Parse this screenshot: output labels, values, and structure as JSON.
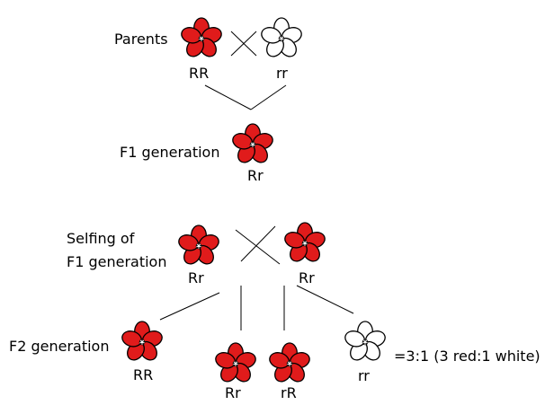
{
  "colors": {
    "red_flower": "#e01b1b",
    "white_flower": "#ffffff",
    "outline": "#000000",
    "background": "#ffffff"
  },
  "parents": {
    "label": "Parents",
    "left": {
      "genotype": "RR",
      "color": "red"
    },
    "right": {
      "genotype": "rr",
      "color": "white"
    },
    "cross_symbol": "x"
  },
  "f1": {
    "label": "F1 generation",
    "offspring": {
      "genotype": "Rr",
      "color": "red"
    }
  },
  "selfing": {
    "label_line1": "Selfing of",
    "label_line2": "F1 generation",
    "left": {
      "genotype": "Rr",
      "color": "red"
    },
    "right": {
      "genotype": "Rr",
      "color": "red"
    },
    "cross_symbol": "x"
  },
  "f2": {
    "label": "F2 generation",
    "offspring": [
      {
        "genotype": "RR",
        "color": "red"
      },
      {
        "genotype": "Rr",
        "color": "red"
      },
      {
        "genotype": "rR",
        "color": "red"
      },
      {
        "genotype": "rr",
        "color": "white"
      }
    ],
    "ratio": "=3:1 (3 red:1 white)"
  }
}
